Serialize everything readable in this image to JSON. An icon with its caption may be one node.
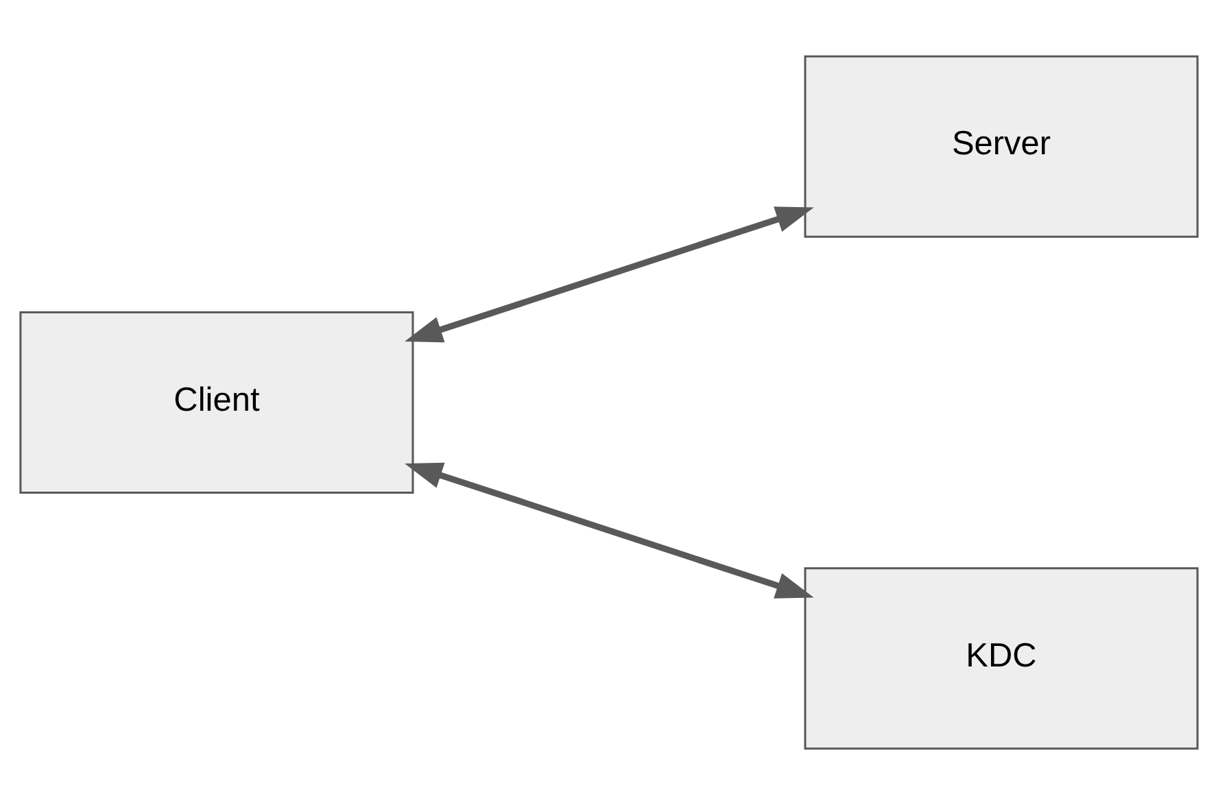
{
  "diagram": {
    "nodes": [
      {
        "text": [
          "Client"
        ]
      },
      {
        "text": [
          "Server"
        ]
      },
      {
        "text": [
          "KDC"
        ]
      }
    ],
    "edges": [
      {
        "from": 0,
        "to": 1,
        "arrow": "both"
      },
      {
        "from": 0,
        "to": 2,
        "arrow": "both"
      }
    ]
  }
}
